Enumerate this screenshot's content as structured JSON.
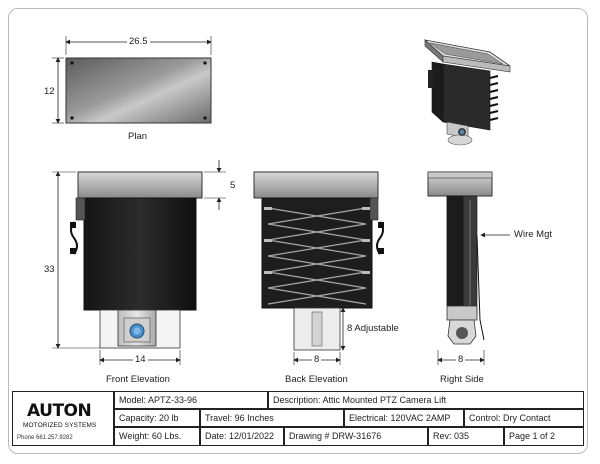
{
  "views": {
    "plan_label": "Plan",
    "front_label": "Front Elevation",
    "back_label": "Back Elevation",
    "right_label": "Right Side"
  },
  "dimensions": {
    "plan_width": "26.5",
    "plan_depth": "12",
    "front_height": "33",
    "top_thickness": "5",
    "front_base_width": "14",
    "back_adjustable": "8 Adjustable",
    "back_base_width": "8",
    "right_base_width": "8",
    "wire_mgt": "Wire Mgt"
  },
  "title_block": {
    "logo_text": "AUTON",
    "logo_sub": "MOTORIZED SYSTEMS",
    "phone": "Phone 661.257.9282",
    "model": "Model:  APTZ-33-96",
    "description": "Description: Attic Mounted PTZ Camera Lift",
    "capacity": "Capacity:  20 lb",
    "travel": "Travel:  96 Inches",
    "electrical": "Electrical: 120VAC  2AMP",
    "control": "Control:  Dry Contact",
    "weight": "Weight: 60 Lbs.",
    "date": "Date: 12/01/2022",
    "drawing": "Drawing # DRW-31676",
    "rev": "Rev:  035",
    "page": "Page 1  of  2"
  }
}
